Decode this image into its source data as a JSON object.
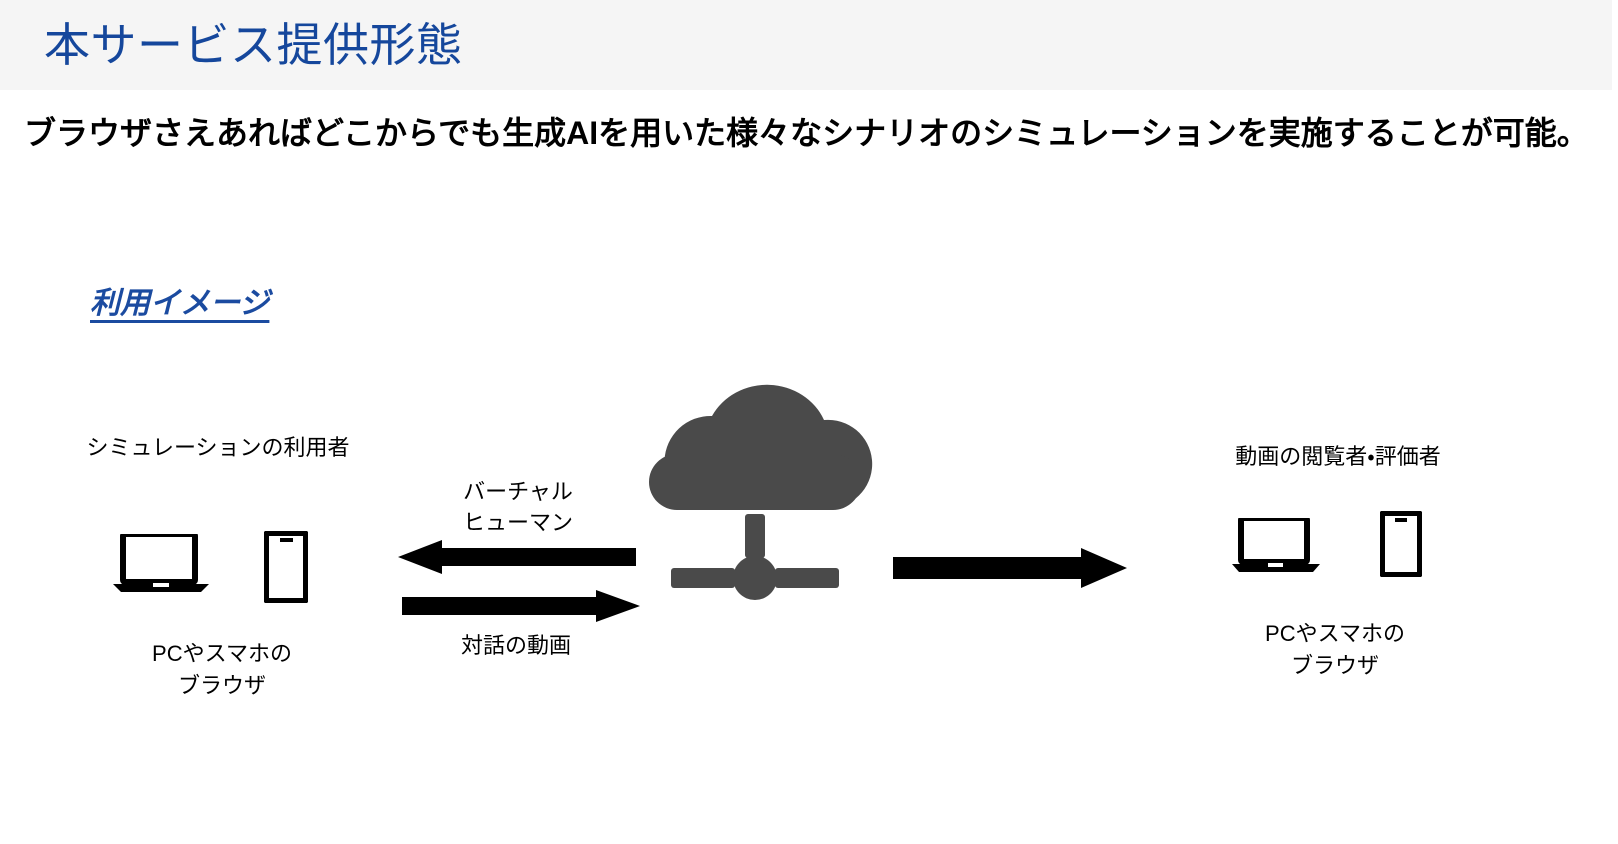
{
  "header": {
    "title": "本サービス提供形態",
    "band_color": "#f5f5f5",
    "title_color": "#15479c"
  },
  "lead": {
    "text": "ブラウザさえあればどこからでも生成AIを用いた様々なシナリオのシミュレーションを実施することが可能。"
  },
  "section": {
    "heading": "利用イメージ",
    "heading_color": "#1b4ba0"
  },
  "diagram": {
    "left_actor": {
      "title": "シミュレーションの利用者",
      "caption": "PCやスマホの\nブラウザ",
      "devices": [
        "laptop-icon",
        "smartphone-icon"
      ]
    },
    "right_actor": {
      "title": "動画の閲覧者・評価者",
      "caption": "PCやスマホの\nブラウザ",
      "devices": [
        "laptop-icon",
        "smartphone-icon"
      ]
    },
    "cloud": {
      "icon": "cloud-network-icon",
      "color": "#4a4a4a"
    },
    "arrows": [
      {
        "name": "arrow-cloud-to-left",
        "direction": "left",
        "label": "バーチャル\nヒューマン",
        "color": "#000000"
      },
      {
        "name": "arrow-left-to-cloud",
        "direction": "right",
        "label": "対話の動画",
        "color": "#000000"
      },
      {
        "name": "arrow-cloud-to-right",
        "direction": "right",
        "label": "",
        "color": "#000000"
      }
    ]
  }
}
